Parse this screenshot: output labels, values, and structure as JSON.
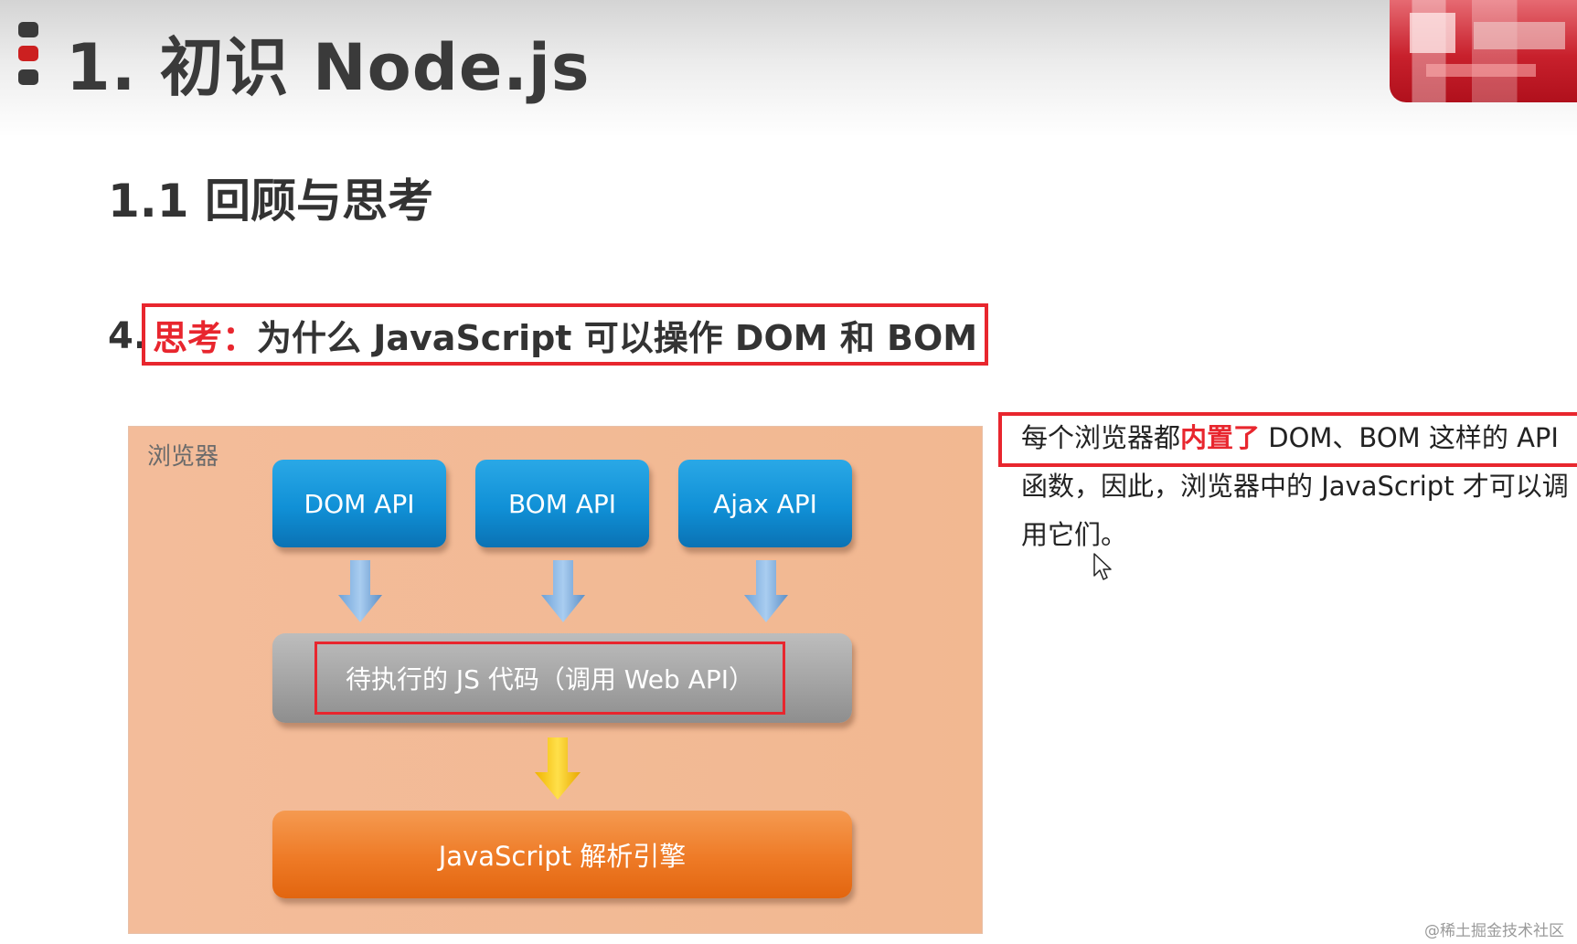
{
  "header": {
    "title": "1. 初识 Node.js"
  },
  "section": {
    "subtitle": "1.1 回顾与思考"
  },
  "question": {
    "number": "4.",
    "label": "思考：",
    "text": "为什么 JavaScript 可以操作 DOM 和 BOM"
  },
  "diagram": {
    "container_label": "浏览器",
    "apis": [
      "DOM API",
      "BOM API",
      "Ajax API"
    ],
    "code_box": "待执行的 JS 代码（调用 Web API）",
    "engine": "JavaScript 解析引擎",
    "colors": {
      "api_blue": "#1090d6",
      "code_gray": "#a4a4a4",
      "engine_orange": "#ee7a26",
      "background": "#f2b891",
      "highlight_red": "#e8262e"
    }
  },
  "answer": {
    "prefix": "每个浏览器都",
    "highlight": "内置了",
    "rest": " DOM、BOM 这样的 API 函数，因此，浏览器中的 JavaScript 才可以调用它们。"
  },
  "watermark": "@稀土掘金技术社区"
}
